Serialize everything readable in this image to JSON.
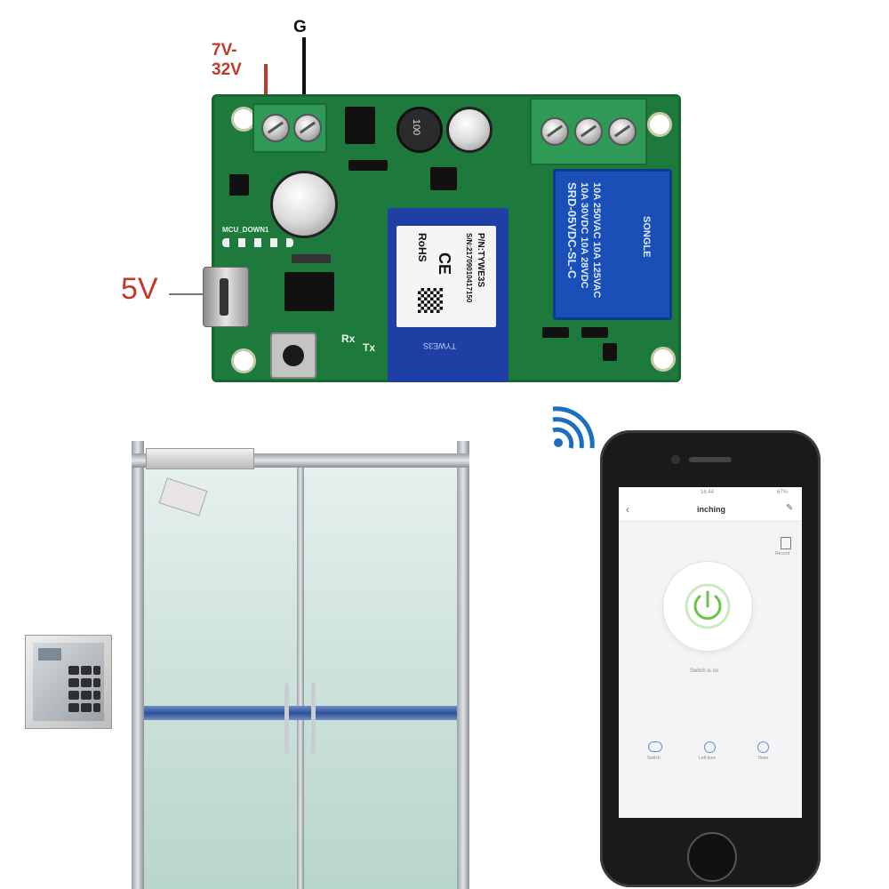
{
  "annotations": {
    "voltage_in": "7V-32V",
    "ground": "G",
    "usb_power": "5V"
  },
  "pcb": {
    "mcu_label": "MCU_DOWN1",
    "rx_label": "Rx",
    "tx_label": "Tx",
    "inductor_value": "100",
    "module_pn": "P/N:TYWE3S",
    "module_sn": "S/N:21709010417150",
    "module_rohs": "RoHS",
    "module_ce": "CE",
    "module_antenna_text": "TYWE3S",
    "relay_rating_1": "10A 250VAC  10A 125VAC",
    "relay_rating_2": "10A 30VDC  10A 28VDC",
    "relay_model": "SRD-05VDC-SL-C",
    "relay_brand": "SONGLE",
    "colors": {
      "board": "#1d7a3c",
      "relay": "#1a4fb8",
      "annotation_red": "#c0392b"
    }
  },
  "phone": {
    "status_time": "16:44",
    "status_battery": "67%",
    "header_title": "inching",
    "record_label": "Record",
    "switch_status": "Switch is on",
    "bottom_items": [
      {
        "label": "Switch",
        "icon": "toggle-icon"
      },
      {
        "label": "Left time",
        "icon": "timer-icon"
      },
      {
        "label": "Timer",
        "icon": "clock-icon"
      }
    ],
    "colors": {
      "power_ring": "#6cc24a",
      "screen_bg": "#f4f4f6"
    }
  },
  "icons": [
    "wifi-signal-icon",
    "power-icon",
    "back-icon",
    "edit-icon",
    "record-icon"
  ]
}
